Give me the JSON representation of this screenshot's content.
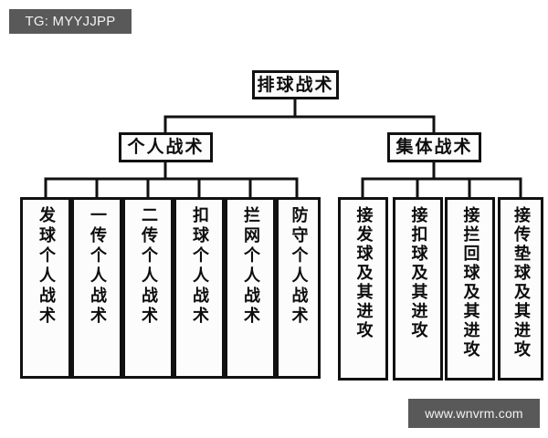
{
  "badges": {
    "tg": "TG: MYYJJPP",
    "site": "www.wnvrm.com"
  },
  "colors": {
    "background": "#ffffff",
    "node_border": "#111111",
    "node_fill": "#fcfcfc",
    "text": "#0d0d0d",
    "badge_background": "#595959",
    "badge_text": "#f2f2f2",
    "connector": "#111111"
  },
  "diagram": {
    "type": "tree",
    "orientation": "top-down",
    "root": {
      "id": "root",
      "label": "排球战术"
    },
    "level1": [
      {
        "id": "individual",
        "label": "个人战术"
      },
      {
        "id": "team",
        "label": "集体战术"
      }
    ],
    "leaves_individual": [
      {
        "id": "serve",
        "label": "发球个人战术"
      },
      {
        "id": "first-pass",
        "label": "一传个人战术"
      },
      {
        "id": "second-pass",
        "label": "二传个人战术"
      },
      {
        "id": "spike",
        "label": "扣球个人战术"
      },
      {
        "id": "block",
        "label": "拦网个人战术"
      },
      {
        "id": "defense",
        "label": "防守个人战术"
      }
    ],
    "leaves_team": [
      {
        "id": "receive-serve",
        "label": "接发球及其进攻"
      },
      {
        "id": "receive-spike",
        "label": "接扣球及其进攻"
      },
      {
        "id": "receive-block-rebound",
        "label": "接拦回球及其进攻"
      },
      {
        "id": "receive-pass-dig",
        "label": "接传垫球及其进攻"
      }
    ]
  }
}
